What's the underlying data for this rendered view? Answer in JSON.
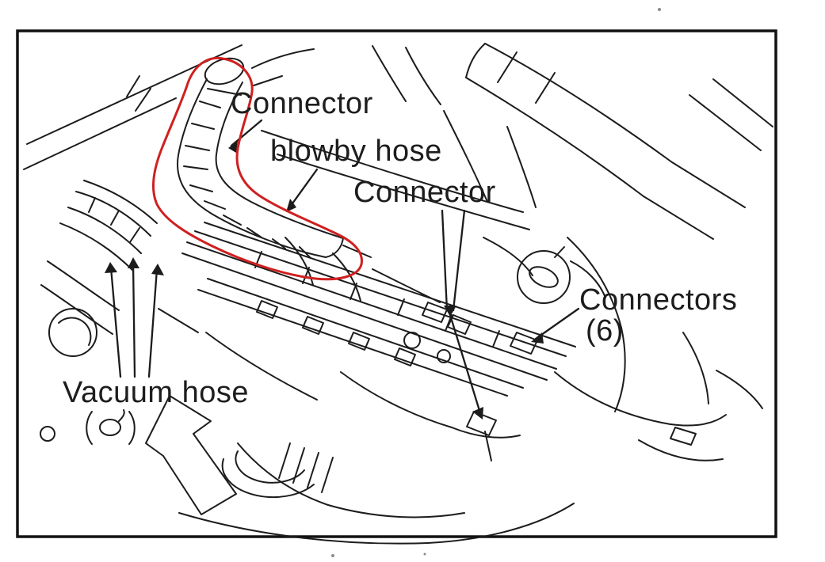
{
  "diagram": {
    "colors": {
      "background": "#ffffff",
      "line": "#1c1c1c",
      "border": "#111111",
      "highlight": "#cf2020",
      "text": "#1d1d1d"
    },
    "labels": [
      {
        "id": "connector-top",
        "text": "Connector"
      },
      {
        "id": "blowby-hose",
        "text": "blowby hose"
      },
      {
        "id": "connector-middle",
        "text": "Connector"
      },
      {
        "id": "connectors-6-word",
        "text": "Connectors"
      },
      {
        "id": "connectors-6-count",
        "text": "(6)"
      },
      {
        "id": "vacuum-hose",
        "text": "Vacuum hose"
      }
    ]
  }
}
